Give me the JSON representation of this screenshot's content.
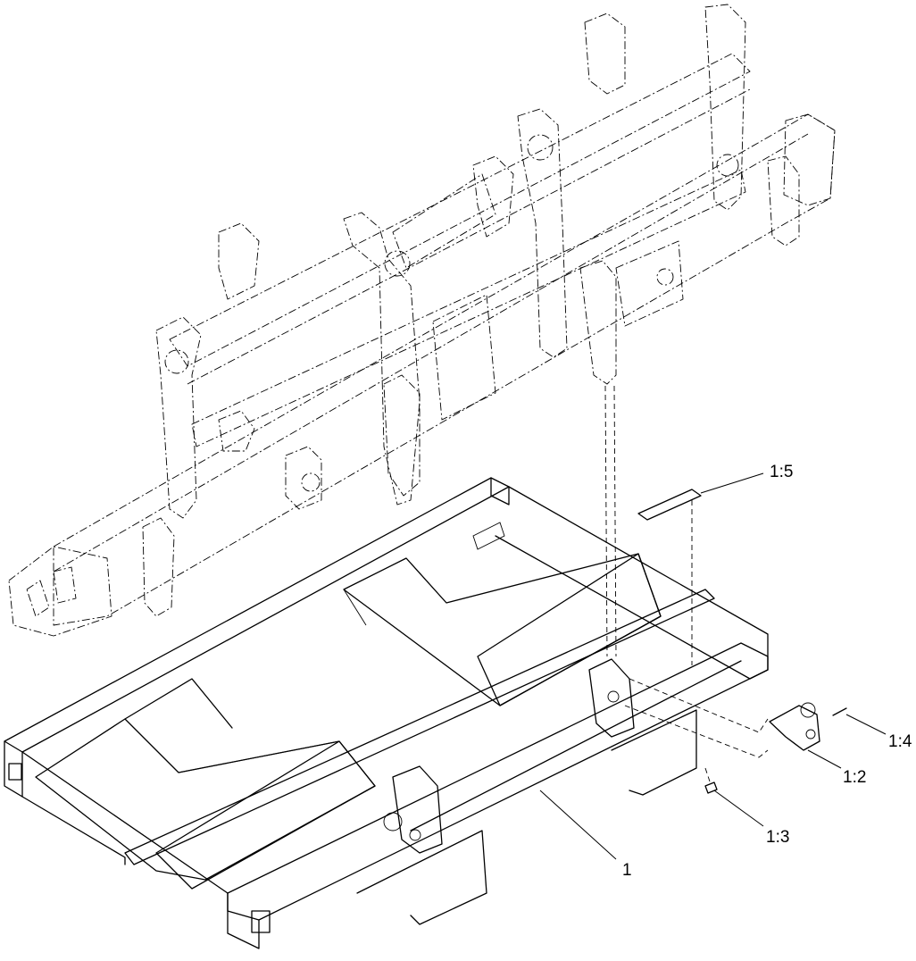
{
  "callouts": {
    "c1_5": "1:5",
    "c1_4": "1:4",
    "c1_2": "1:2",
    "c1_3": "1:3",
    "c1": "1"
  }
}
